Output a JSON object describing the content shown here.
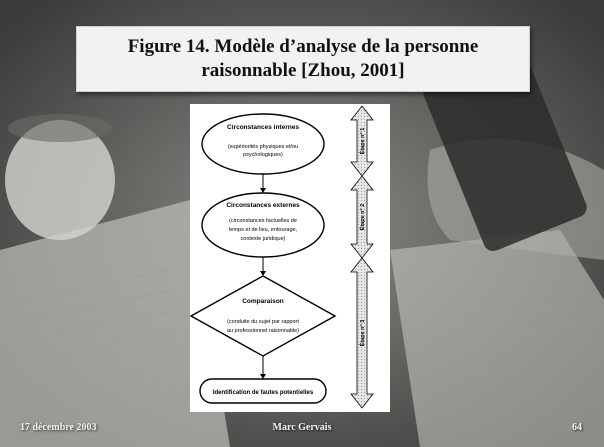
{
  "slide": {
    "title": "Figure 14. Modèle d’analyse de la personne\nraisonnable [Zhou, 2001]"
  },
  "diagram": {
    "nodes": [
      {
        "heading": "Circonstances internes",
        "lines": [
          "(supériorités physiques et/ou",
          "psychologiques)"
        ]
      },
      {
        "heading": "Circonstances externes",
        "lines": [
          "(circonstances factuelles de",
          "temps et de lieu, entourage,",
          "contexte juridique)"
        ]
      },
      {
        "heading": "Comparaison",
        "lines": [
          "(conduite du sujet par rapport",
          "au professionnel raisonnable)"
        ]
      },
      {
        "heading": "Identification de fautes potentielles",
        "lines": []
      }
    ],
    "stages": [
      "Étape n° 1",
      "Étape n° 2",
      "Étape n° 3"
    ]
  },
  "footer": {
    "date": "17 décembre 2003",
    "author": "Marc Gervais",
    "page": "64"
  },
  "colors": {
    "title_bg": "#f2f2f2",
    "diagram_bg": "#ffffff",
    "footer_text": "#f4f4f4"
  }
}
